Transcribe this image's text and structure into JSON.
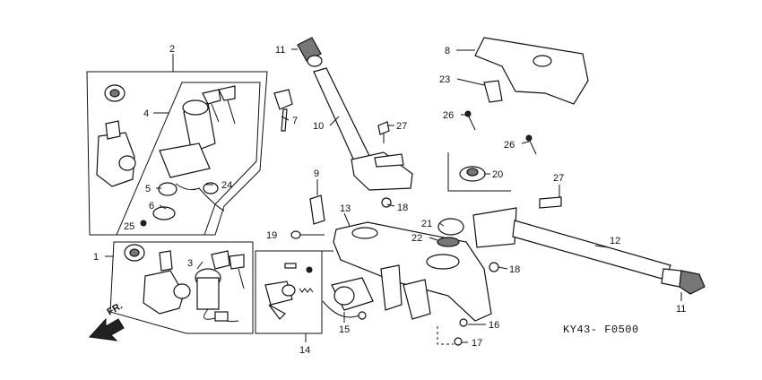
{
  "diagram": {
    "code": "KY43- F0500",
    "direction_label": "FR.",
    "callouts": {
      "c1": "1",
      "c2": "2",
      "c3": "3",
      "c4": "4",
      "c5": "5",
      "c6": "6",
      "c7": "7",
      "c8": "8",
      "c9": "9",
      "c10": "10",
      "c11a": "11",
      "c11b": "11",
      "c12": "12",
      "c13": "13",
      "c14": "14",
      "c15": "15",
      "c16": "16",
      "c17": "17",
      "c18a": "18",
      "c18b": "18",
      "c19": "19",
      "c20": "20",
      "c21": "21",
      "c22": "22",
      "c23": "23",
      "c24": "24",
      "c25": "25",
      "c26a": "26",
      "c26b": "26",
      "c27a": "27",
      "c27b": "27"
    }
  }
}
